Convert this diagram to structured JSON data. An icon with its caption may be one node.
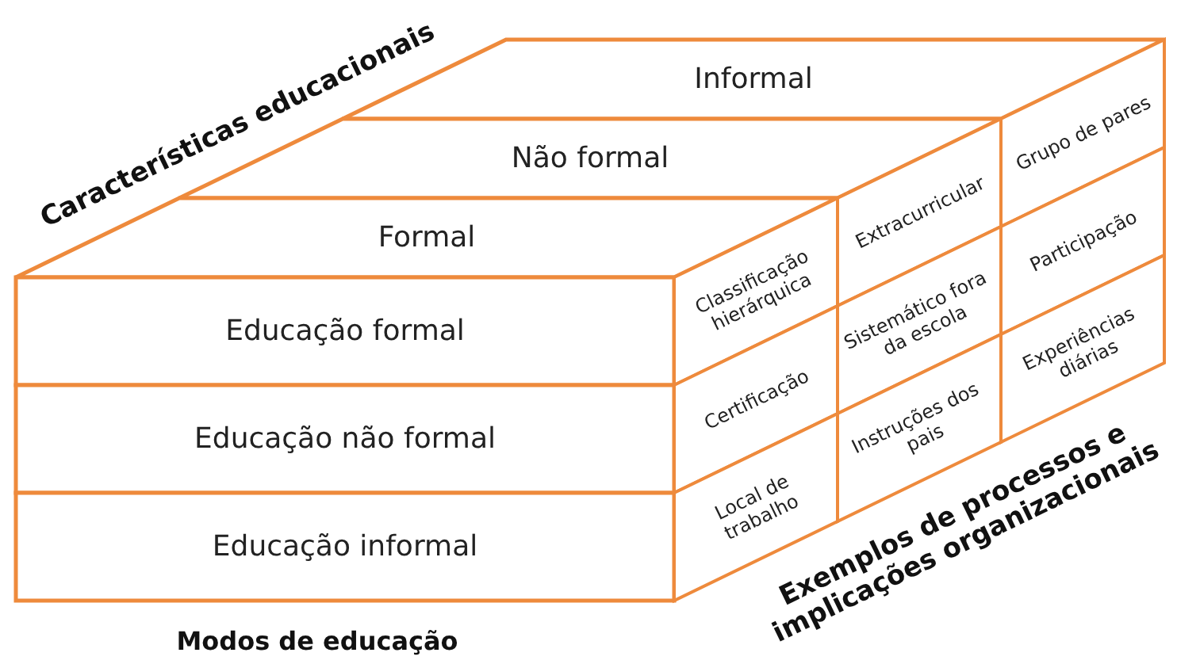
{
  "diagram": {
    "nodes": [
      {
        "text": [
          "Informal"
        ]
      },
      {
        "text": [
          "Não formal"
        ]
      },
      {
        "text": [
          "Formal"
        ]
      },
      {
        "text": [
          "Educação formal"
        ]
      },
      {
        "text": [
          "Educação não formal"
        ]
      },
      {
        "text": [
          "Educação informal"
        ]
      },
      {
        "text": [
          "Classificação hierárquica"
        ]
      },
      {
        "text": [
          "Extracurricular"
        ]
      },
      {
        "text": [
          "Grupo de pares"
        ]
      },
      {
        "text": [
          "Certificação"
        ]
      },
      {
        "text": [
          "Sistemático fora da escola"
        ]
      },
      {
        "text": [
          "Participação"
        ]
      },
      {
        "text": [
          "Local de trabalho"
        ]
      },
      {
        "text": [
          "Instruções dos pais"
        ]
      },
      {
        "text": [
          "Experiências diárias"
        ]
      }
    ],
    "labels": [
      "Características educacionais",
      "Modos de educação",
      "Exemplos de processos e implicações organizacionais"
    ]
  }
}
